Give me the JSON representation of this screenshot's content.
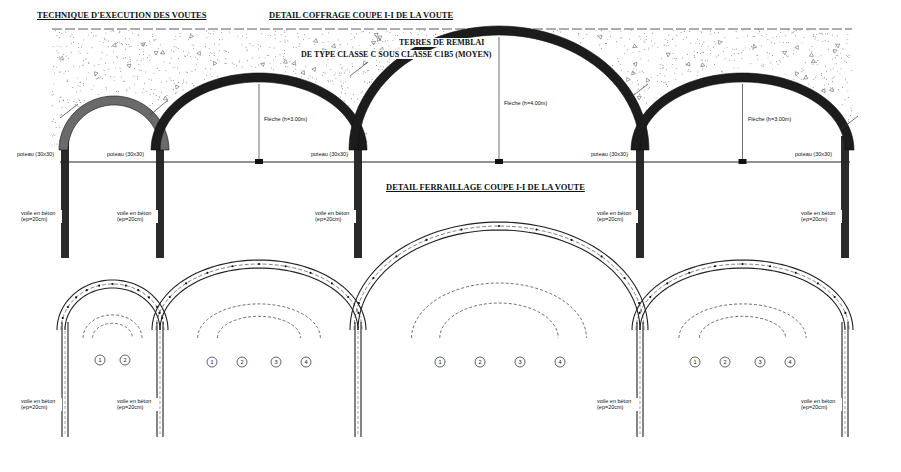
{
  "diagram": {
    "title": "TECHNIQUE D'EXECUTION DES VOUTES",
    "labels": [
      "DETAIL COFFRAGE COUPE I-I DE LA VOUTE",
      "TERRES DE REMBLAI",
      "DE TYPE CLASSE C SOUS CLASSE C1B5 (MOYEN)",
      "DETAIL FERRAILLAGE COUPE I-I DE LA VOUTE",
      "poteau (30x30)",
      "poteau (30x30)",
      "poteau (30x30)",
      "poteau (30x30)",
      "poteau (30x30)",
      "voile en béton (ep=20cm)",
      "voile en béton (ep=20cm)",
      "voile en béton (ep=20cm)",
      "voile en béton (ep=20cm)",
      "voile en béton (ep=20cm)",
      "voile en béton (ep=20cm)",
      "voile en béton (ep=20cm)",
      "voile en béton (ep=20cm)",
      "voile en béton (ep=20cm)",
      "Flèche (h=4.00m)",
      "Flèche (h=3.00m)",
      "Flèche (h=3.00m)",
      "1",
      "2",
      "1",
      "2",
      "3",
      "4",
      "1",
      "2",
      "3",
      "4",
      "1",
      "2",
      "3",
      "4"
    ]
  }
}
